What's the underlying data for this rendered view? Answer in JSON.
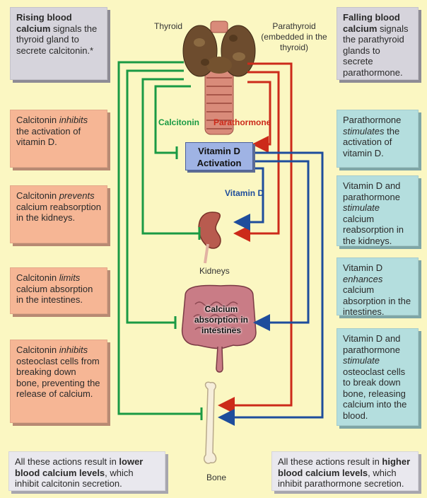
{
  "top_left": {
    "bold": "Rising blood calcium",
    "rest": " signals the thyroid gland to secrete calcitonin.*"
  },
  "top_right": {
    "bold": "Falling blood calcium",
    "rest": " signals the parathyroid glands to secrete parathormone."
  },
  "labels": {
    "thyroid": "Thyroid",
    "parathyroid": "Parathyroid (embedded in the thyroid)",
    "calcitonin": "Calcitonin",
    "parathormone": "Parathormone",
    "vitamin_d": "Vitamin D",
    "kidneys": "Kidneys",
    "bone": "Bone"
  },
  "vitd_box": {
    "line1": "Vitamin D",
    "line2": "Activation"
  },
  "intestine_label": "Calcium absorption in intestines",
  "left_boxes": [
    {
      "pre": "Calcitonin ",
      "em": "inhibits",
      "post": " the activation of vitamin D."
    },
    {
      "pre": "Calcitonin ",
      "em": "prevents",
      "post": " calcium reabsorption in the kidneys."
    },
    {
      "pre": "Calcitonin ",
      "em": "limits",
      "post": " calcium absorption in the intestines."
    },
    {
      "pre": "Calcitonin ",
      "em": "inhibits",
      "post": " osteoclast cells from breaking down bone, preventing the release of calcium."
    }
  ],
  "right_boxes": [
    {
      "pre": "Parathormone ",
      "em": "stimulates",
      "post": " the activation of vitamin D."
    },
    {
      "pre": "Vitamin D and parathormone ",
      "em": "stimulate",
      "post": " calcium reabsorption in the kidneys."
    },
    {
      "pre": "Vitamin D ",
      "em": "enhances",
      "post": " calcium absorption in the intestines."
    },
    {
      "pre": "Vitamin D and parathormone ",
      "em": "stimulate",
      "post": " osteoclast cells to break down bone, releasing calcium into the blood."
    }
  ],
  "bottom_left": {
    "pre": "All these actions result in ",
    "bold": "lower blood calcium levels",
    "post": ", which inhibit calcitonin secretion."
  },
  "bottom_right": {
    "pre": "All these actions result in ",
    "bold": "higher blood calcium levels",
    "post": ", which inhibit parathormone secretion."
  },
  "colors": {
    "calcitonin": "#1a9a44",
    "parathormone": "#cc2a1a",
    "vitamin_d": "#1e4d9c"
  }
}
